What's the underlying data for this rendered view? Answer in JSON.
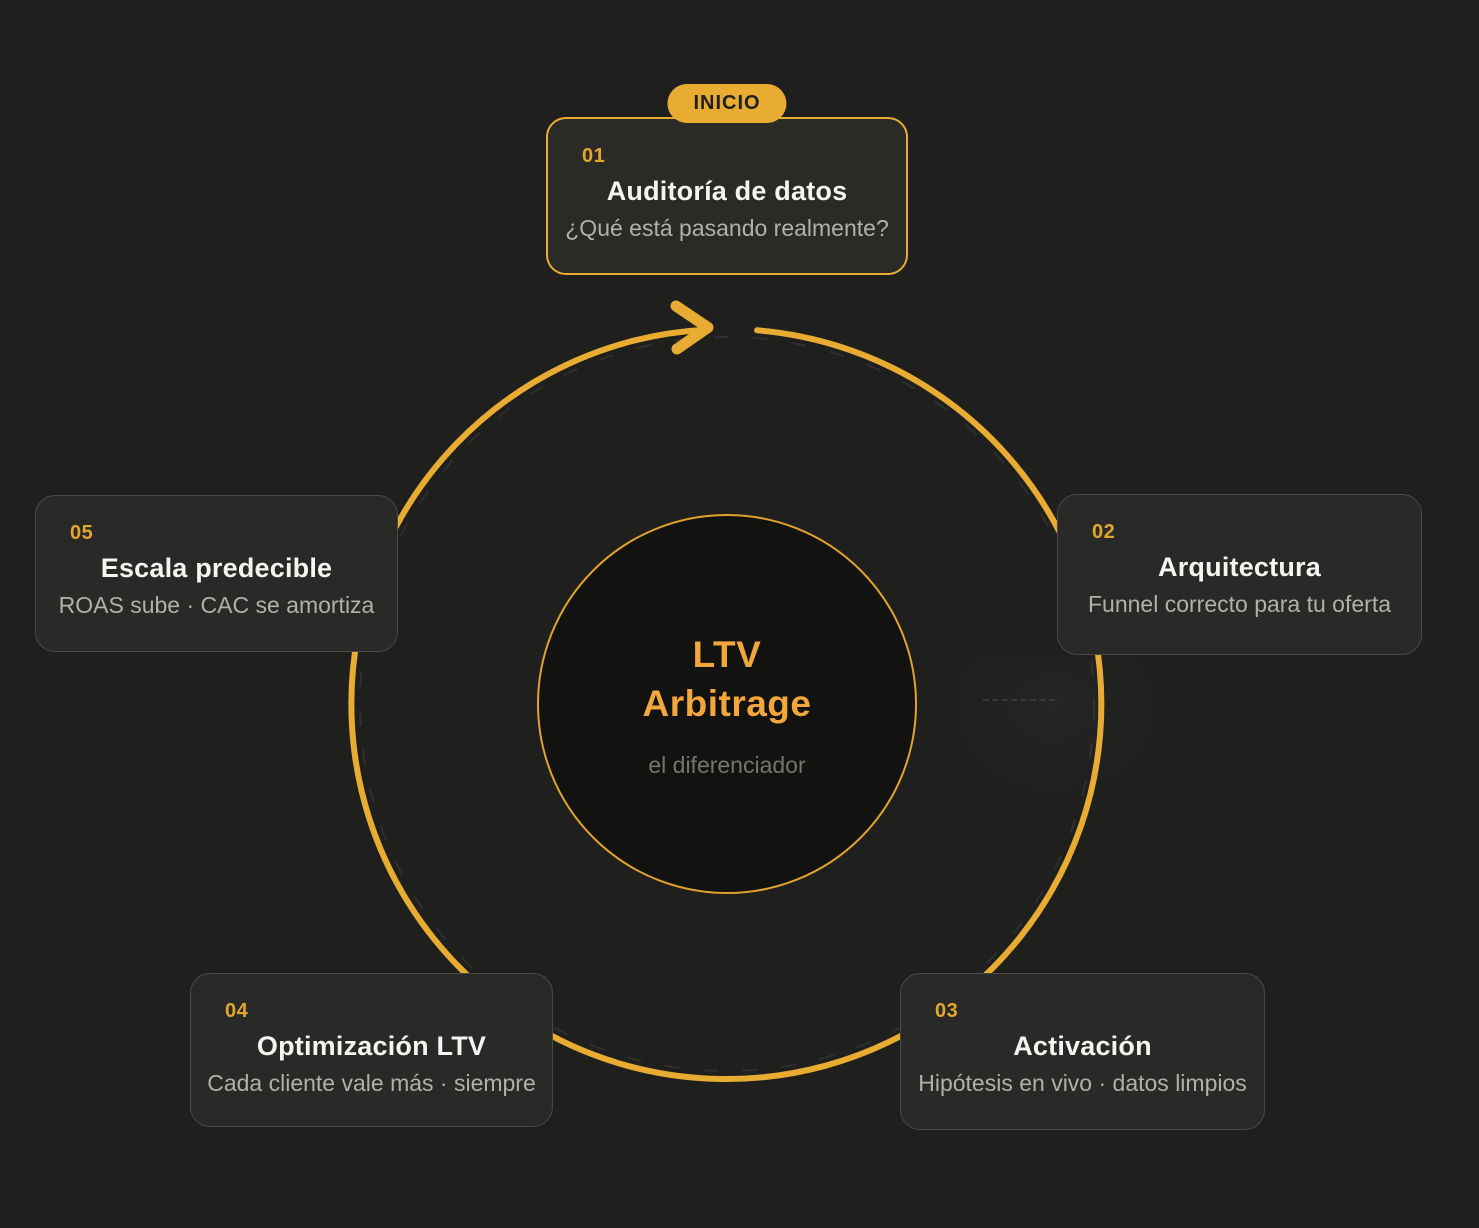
{
  "page": {
    "background_color": "#1F1F1E",
    "accent_color": "#E9AC33"
  },
  "badge": {
    "label": "INICIO"
  },
  "center": {
    "title_line1": "LTV",
    "title_line2": "Arbitrage",
    "subtitle": "el diferenciador",
    "title_color": "#F2A63C",
    "background_color": "#121210"
  },
  "ring": {
    "color": "#E9AC33",
    "direction": "clockwise",
    "arrow_icon": "chevron-right"
  },
  "steps": [
    {
      "number": "01",
      "title": "Auditoría de datos",
      "subtitle": "¿Qué está pasando realmente?",
      "highlighted": true
    },
    {
      "number": "02",
      "title": "Arquitectura",
      "subtitle": "Funnel correcto para tu oferta",
      "highlighted": false
    },
    {
      "number": "03",
      "title": "Activación",
      "subtitle": "Hipótesis en vivo · datos limpios",
      "highlighted": false
    },
    {
      "number": "04",
      "title": "Optimización LTV",
      "subtitle": "Cada cliente vale más · siempre",
      "highlighted": false
    },
    {
      "number": "05",
      "title": "Escala predecible",
      "subtitle": "ROAS sube · CAC se amortiza",
      "highlighted": false
    }
  ]
}
